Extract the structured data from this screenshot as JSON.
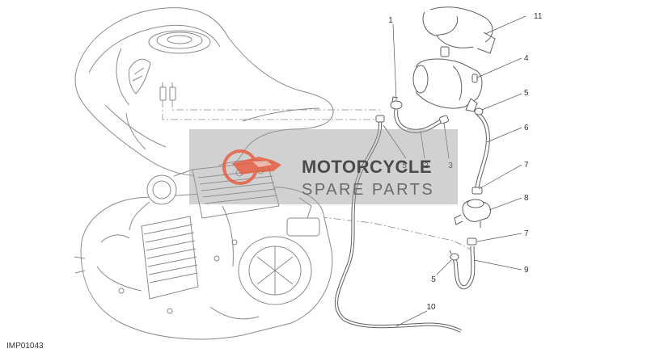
{
  "diagram": {
    "code": "IMP01043",
    "callouts": [
      {
        "id": "c1",
        "label": "1"
      },
      {
        "id": "c11",
        "label": "11"
      },
      {
        "id": "c4",
        "label": "4"
      },
      {
        "id": "c5a",
        "label": "5"
      },
      {
        "id": "c6",
        "label": "6"
      },
      {
        "id": "c5b",
        "label": "5"
      },
      {
        "id": "c2",
        "label": "2"
      },
      {
        "id": "c3",
        "label": "3"
      },
      {
        "id": "c7a",
        "label": "7"
      },
      {
        "id": "c8",
        "label": "8"
      },
      {
        "id": "c7b",
        "label": "7"
      },
      {
        "id": "c9",
        "label": "9"
      },
      {
        "id": "c5c",
        "label": "5"
      },
      {
        "id": "c10",
        "label": "10"
      }
    ]
  },
  "watermark": {
    "title": "MOTORCYCLE",
    "subtitle": "SPARE PARTS",
    "accent_color": "#e8593a"
  }
}
